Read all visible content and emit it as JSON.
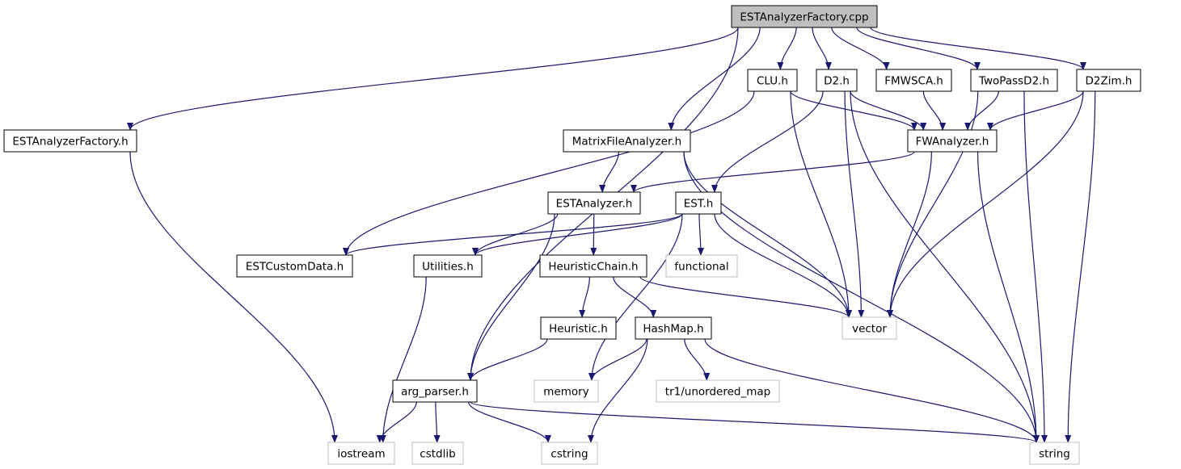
{
  "colors": {
    "edge": "#191970",
    "node_border": "#000000",
    "system_node_border": "#bfbfbf",
    "root_fill": "#bfbfbf",
    "node_fill": "#ffffff"
  },
  "nodes": [
    {
      "id": "root",
      "label": "ESTAnalyzerFactory.cpp",
      "kind": "root"
    },
    {
      "id": "clu",
      "label": "CLU.h",
      "kind": "local"
    },
    {
      "id": "d2",
      "label": "D2.h",
      "kind": "local"
    },
    {
      "id": "fmwsca",
      "label": "FMWSCA.h",
      "kind": "local"
    },
    {
      "id": "twopass",
      "label": "TwoPassD2.h",
      "kind": "local"
    },
    {
      "id": "d2zim",
      "label": "D2Zim.h",
      "kind": "local"
    },
    {
      "id": "estfactory_h",
      "label": "ESTAnalyzerFactory.h",
      "kind": "local"
    },
    {
      "id": "matrix",
      "label": "MatrixFileAnalyzer.h",
      "kind": "local"
    },
    {
      "id": "fwanalyzer",
      "label": "FWAnalyzer.h",
      "kind": "local"
    },
    {
      "id": "estanalyzer",
      "label": "ESTAnalyzer.h",
      "kind": "local"
    },
    {
      "id": "est",
      "label": "EST.h",
      "kind": "local"
    },
    {
      "id": "estcustom",
      "label": "ESTCustomData.h",
      "kind": "local"
    },
    {
      "id": "utilities",
      "label": "Utilities.h",
      "kind": "local"
    },
    {
      "id": "heurchain",
      "label": "HeuristicChain.h",
      "kind": "local"
    },
    {
      "id": "functional",
      "label": "functional",
      "kind": "system"
    },
    {
      "id": "vector",
      "label": "vector",
      "kind": "system"
    },
    {
      "id": "heuristic",
      "label": "Heuristic.h",
      "kind": "local"
    },
    {
      "id": "hashmap",
      "label": "HashMap.h",
      "kind": "local"
    },
    {
      "id": "argparser",
      "label": "arg_parser.h",
      "kind": "local"
    },
    {
      "id": "memory",
      "label": "memory",
      "kind": "system"
    },
    {
      "id": "unordered",
      "label": "tr1/unordered_map",
      "kind": "system"
    },
    {
      "id": "iostream",
      "label": "iostream",
      "kind": "system"
    },
    {
      "id": "cstdlib",
      "label": "cstdlib",
      "kind": "system"
    },
    {
      "id": "cstring",
      "label": "cstring",
      "kind": "system"
    },
    {
      "id": "string",
      "label": "string",
      "kind": "system"
    }
  ],
  "edges": [
    [
      "root",
      "estfactory_h"
    ],
    [
      "root",
      "argparser"
    ],
    [
      "root",
      "matrix"
    ],
    [
      "root",
      "clu"
    ],
    [
      "root",
      "d2"
    ],
    [
      "root",
      "fmwsca"
    ],
    [
      "root",
      "twopass"
    ],
    [
      "root",
      "d2zim"
    ],
    [
      "estfactory_h",
      "iostream"
    ],
    [
      "clu",
      "estcustom"
    ],
    [
      "clu",
      "fwanalyzer"
    ],
    [
      "clu",
      "vector"
    ],
    [
      "d2",
      "fwanalyzer"
    ],
    [
      "d2",
      "est"
    ],
    [
      "d2",
      "vector"
    ],
    [
      "d2",
      "string"
    ],
    [
      "fmwsca",
      "fwanalyzer"
    ],
    [
      "twopass",
      "fwanalyzer"
    ],
    [
      "twopass",
      "vector"
    ],
    [
      "twopass",
      "string"
    ],
    [
      "d2zim",
      "fwanalyzer"
    ],
    [
      "d2zim",
      "vector"
    ],
    [
      "d2zim",
      "string"
    ],
    [
      "matrix",
      "estanalyzer"
    ],
    [
      "matrix",
      "vector"
    ],
    [
      "matrix",
      "string"
    ],
    [
      "fwanalyzer",
      "estanalyzer"
    ],
    [
      "fwanalyzer",
      "vector"
    ],
    [
      "fwanalyzer",
      "string"
    ],
    [
      "estanalyzer",
      "utilities"
    ],
    [
      "estanalyzer",
      "heurchain"
    ],
    [
      "estanalyzer",
      "argparser"
    ],
    [
      "est",
      "estcustom"
    ],
    [
      "est",
      "utilities"
    ],
    [
      "est",
      "functional"
    ],
    [
      "est",
      "vector"
    ],
    [
      "est",
      "memory"
    ],
    [
      "utilities",
      "iostream"
    ],
    [
      "heurchain",
      "heuristic"
    ],
    [
      "heurchain",
      "hashmap"
    ],
    [
      "heurchain",
      "vector"
    ],
    [
      "heuristic",
      "argparser"
    ],
    [
      "hashmap",
      "memory"
    ],
    [
      "hashmap",
      "unordered"
    ],
    [
      "hashmap",
      "cstring"
    ],
    [
      "hashmap",
      "string"
    ],
    [
      "argparser",
      "iostream"
    ],
    [
      "argparser",
      "cstdlib"
    ],
    [
      "argparser",
      "cstring"
    ],
    [
      "argparser",
      "string"
    ]
  ]
}
